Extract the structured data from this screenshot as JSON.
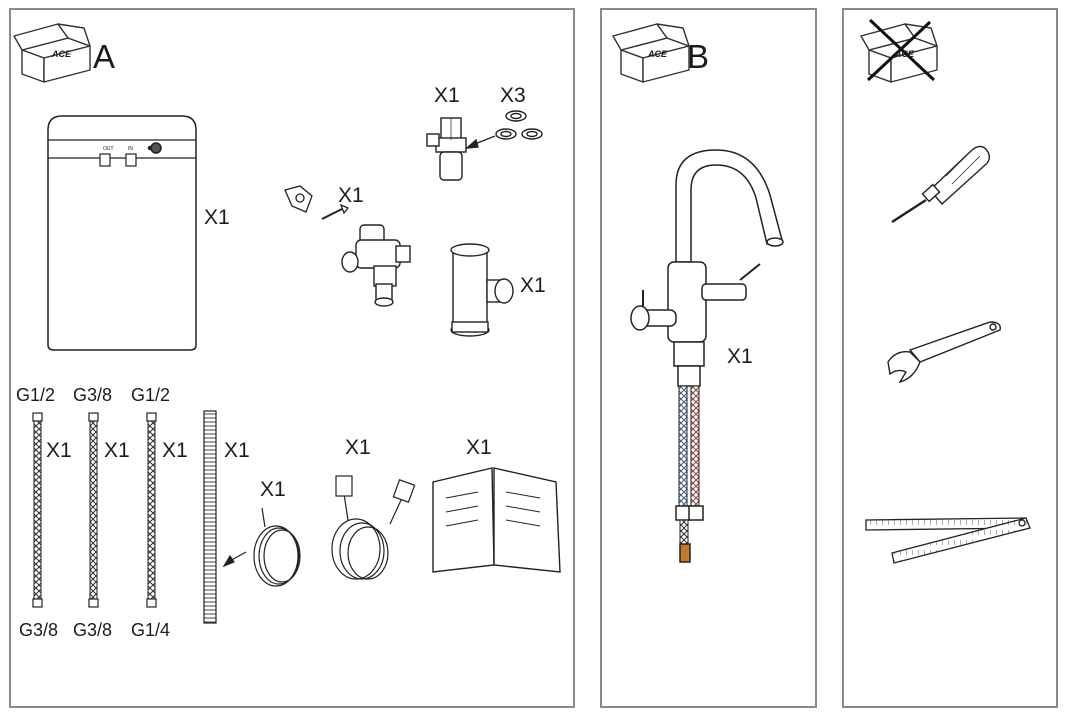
{
  "panels": {
    "a": {
      "letter": "A",
      "box_logo": "ACE"
    },
    "b": {
      "letter": "B",
      "box_logo": "ACE"
    },
    "c": {
      "letter": "",
      "box_logo": "ACE"
    }
  },
  "items": {
    "filter_unit": {
      "port_out": "OUT",
      "port_in": "IN",
      "qty": "X1"
    },
    "angle_valve": {
      "qty": "X1"
    },
    "washers": {
      "qty": "X3"
    },
    "diverter_valve": {
      "qty": "X1"
    },
    "prefilter": {
      "qty": "X1"
    },
    "hose_1": {
      "top": "G1/2",
      "bottom": "G3/8",
      "qty": "X1"
    },
    "hose_2": {
      "top": "G3/8",
      "bottom": "G3/8",
      "qty": "X1"
    },
    "hose_3": {
      "top": "G1/2",
      "bottom": "G1/4",
      "qty": "X1"
    },
    "drain_hose": {
      "qty": "X1"
    },
    "leak_sensor": {
      "qty": "X1"
    },
    "power_cord": {
      "qty": "X1"
    },
    "manual": {
      "qty": "X1"
    },
    "faucet": {
      "qty": "X1"
    }
  },
  "tools": [
    "screwdriver",
    "adjustable-wrench",
    "folding-ruler"
  ]
}
